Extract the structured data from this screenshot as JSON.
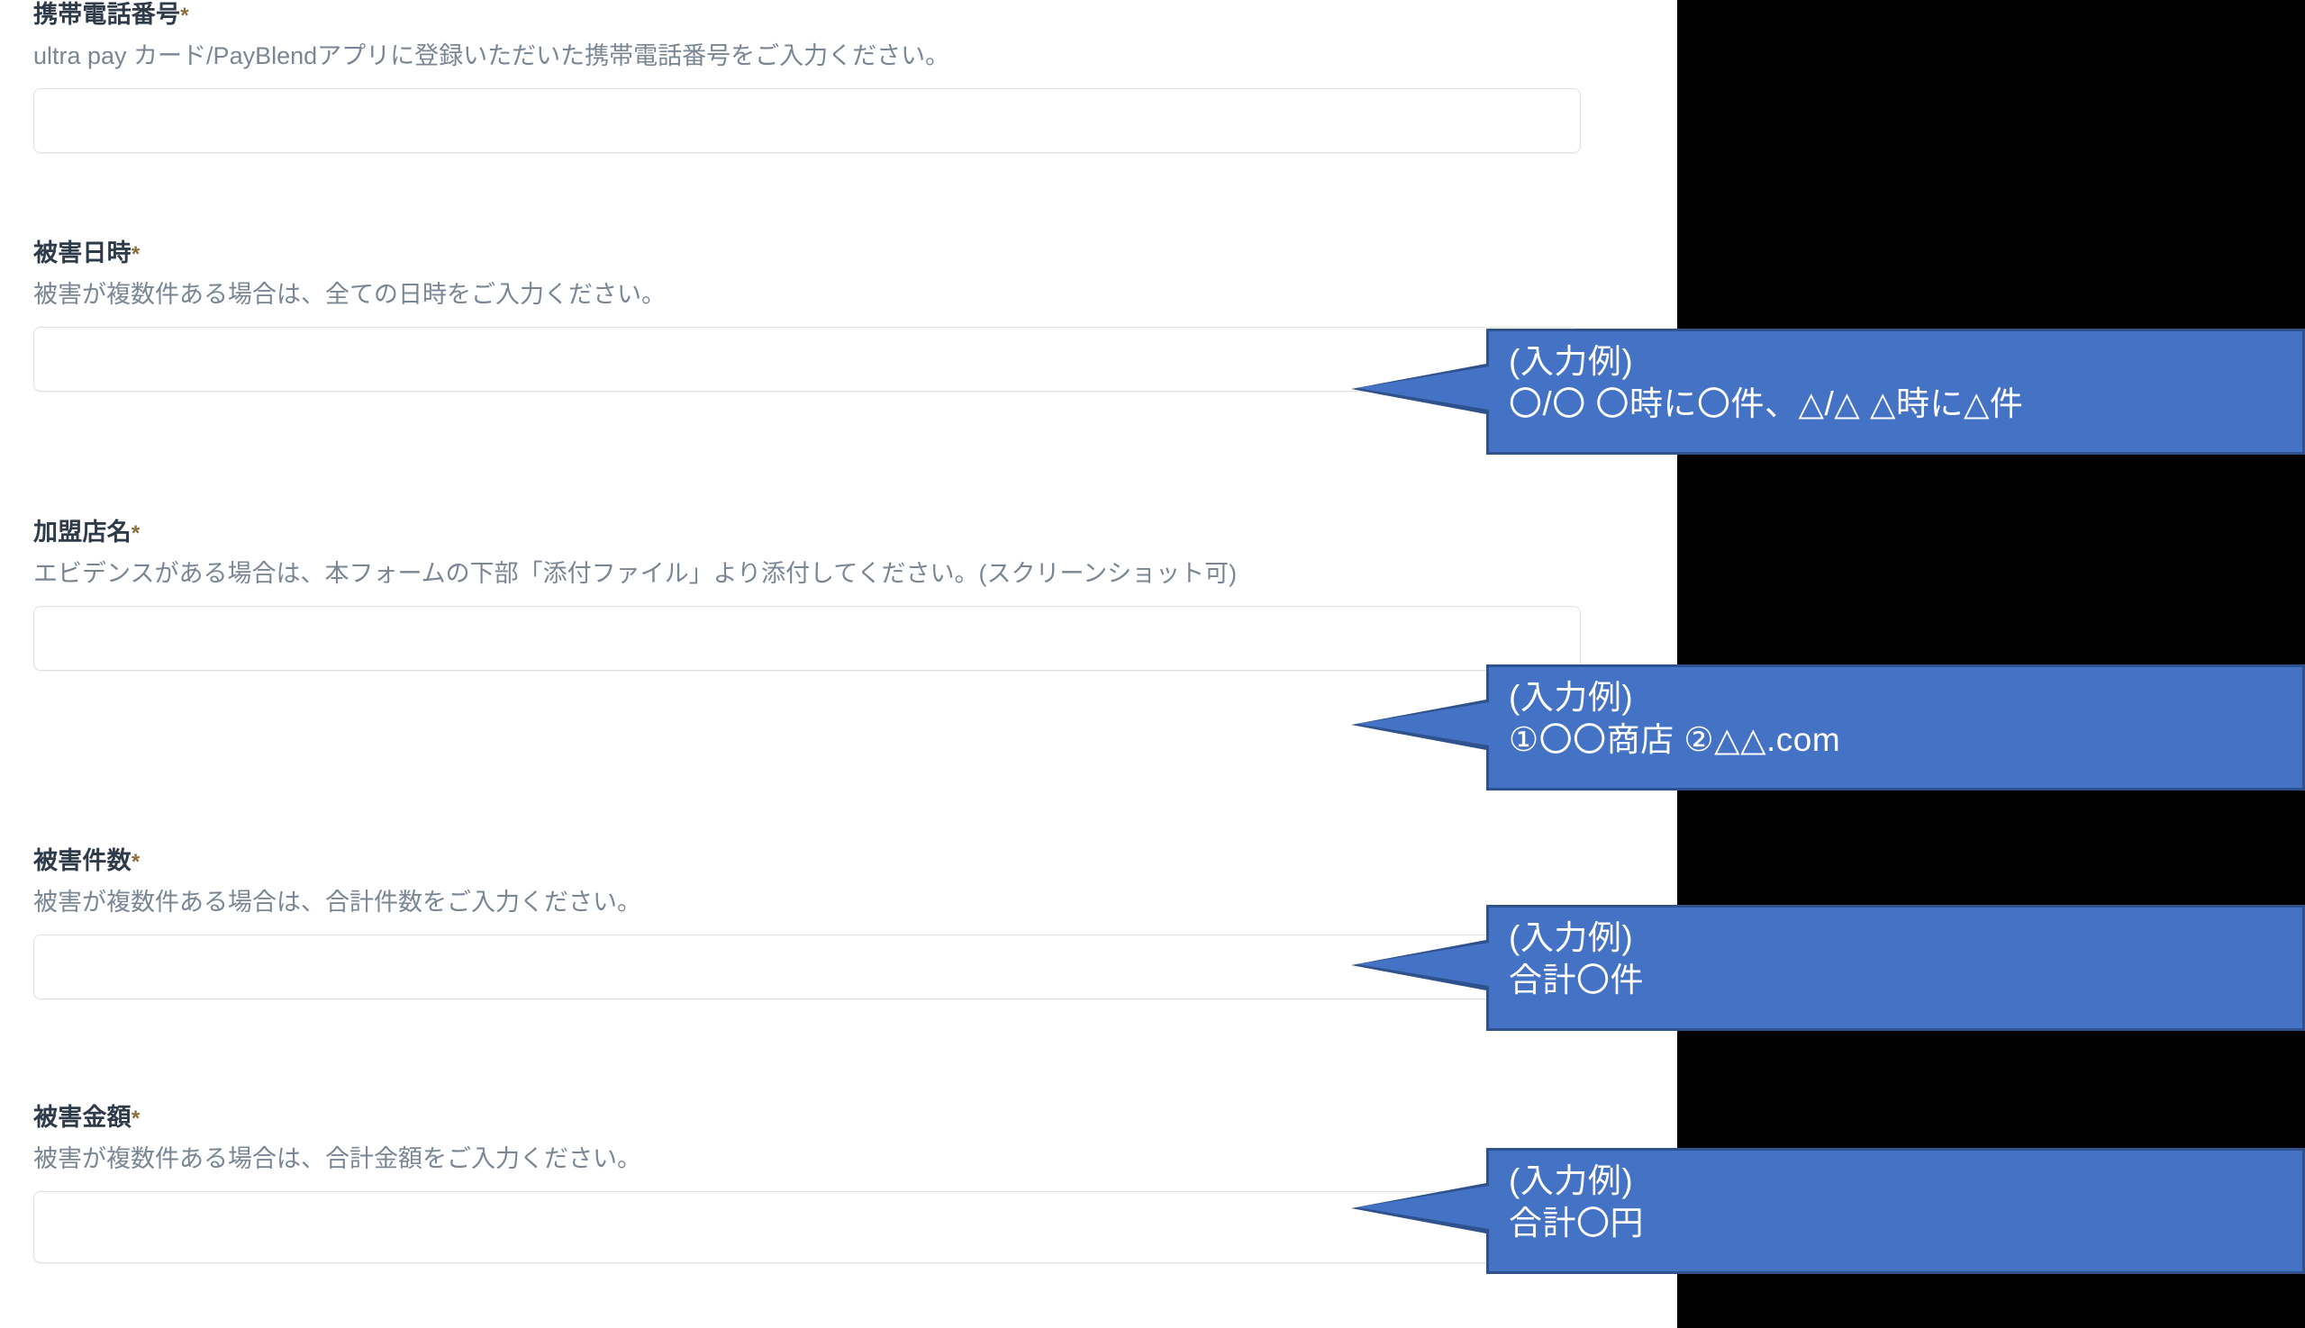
{
  "page": {
    "background_color": "#ffffff",
    "gutter_color": "#000000"
  },
  "theme": {
    "callout_fill": "#4472C4",
    "callout_border": "#2F528F",
    "label_color": "#2f3b4a",
    "description_color": "#7b8694",
    "input_border_color": "#dfe1e5",
    "required_marker_color": "#8a6d3b"
  },
  "form": {
    "fields": [
      {
        "id": "mobile-phone-number",
        "label": "携帯電話番号",
        "required_marker": "*",
        "description": "ultra pay カード/PayBlendアプリに登録いただいた携帯電話番号をご入力ください。",
        "value": "",
        "placeholder": ""
      },
      {
        "id": "damage-datetime",
        "label": "被害日時",
        "required_marker": "*",
        "description": "被害が複数件ある場合は、全ての日時をご入力ください。",
        "value": "",
        "placeholder": ""
      },
      {
        "id": "merchant-name",
        "label": "加盟店名",
        "required_marker": "*",
        "description": "エビデンスがある場合は、本フォームの下部「添付ファイル」より添付してください。(スクリーンショット可)",
        "value": "",
        "placeholder": ""
      },
      {
        "id": "damage-count",
        "label": "被害件数",
        "required_marker": "*",
        "description": "被害が複数件ある場合は、合計件数をご入力ください。",
        "value": "",
        "placeholder": ""
      },
      {
        "id": "damage-amount",
        "label": "被害金額",
        "required_marker": "*",
        "description": "被害が複数件ある場合は、合計金額をご入力ください。",
        "value": "",
        "placeholder": ""
      }
    ]
  },
  "callouts": [
    {
      "id": "callout-damage-datetime",
      "target_field": "damage-datetime",
      "heading": "(入力例)",
      "example": "〇/〇  〇時に〇件、△/△  △時に△件"
    },
    {
      "id": "callout-merchant-name",
      "target_field": "merchant-name",
      "heading": "(入力例)",
      "example": "①〇〇商店  ②△△.com"
    },
    {
      "id": "callout-damage-count",
      "target_field": "damage-count",
      "heading": "(入力例)",
      "example": "合計〇件"
    },
    {
      "id": "callout-damage-amount",
      "target_field": "damage-amount",
      "heading": "(入力例)",
      "example": "合計〇円"
    }
  ]
}
